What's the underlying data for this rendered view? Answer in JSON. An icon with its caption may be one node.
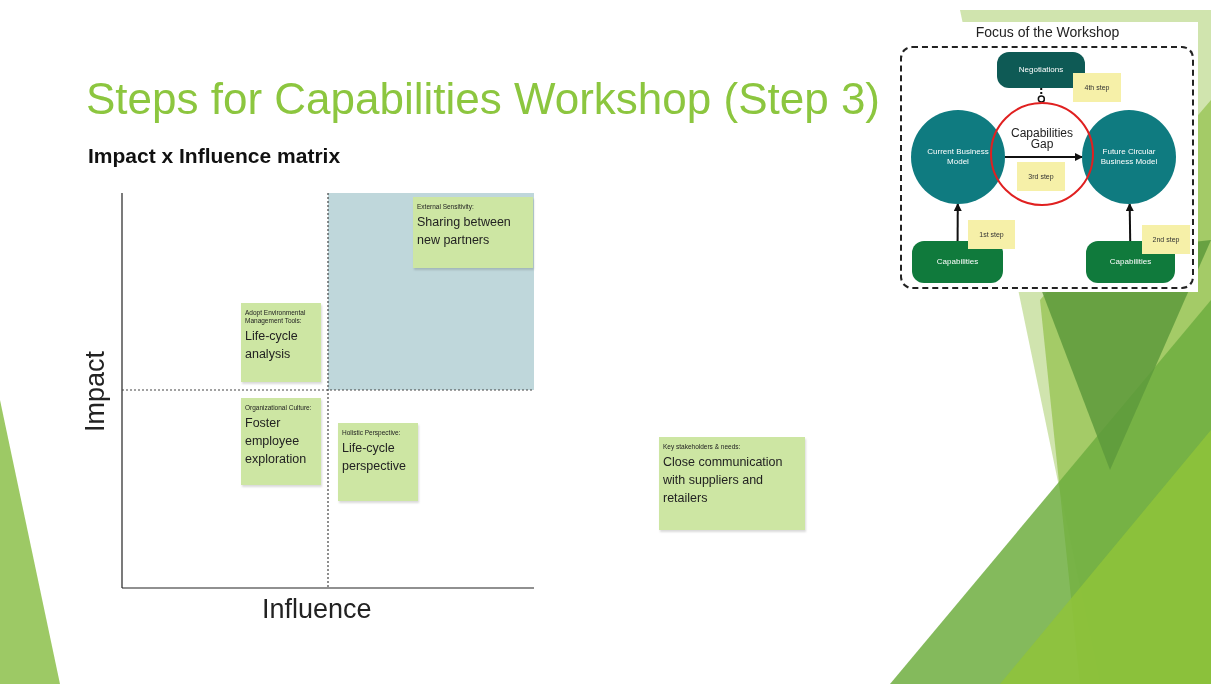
{
  "diagram": {
    "title": "Steps for Capabilities Workshop (Step 3)",
    "nodes": [
      {
        "text": [
          "Focus of the Workshop"
        ]
      },
      {
        "text": [
          "Negotiations"
        ],
        "in": 0
      },
      {
        "text": [
          "Current Business Model"
        ],
        "in": 0
      },
      {
        "text": [
          "Capabilities Gap"
        ],
        "in": 0
      },
      {
        "text": [
          "Future Circular Business Model"
        ],
        "in": 0
      },
      {
        "text": [
          "Capabilities"
        ],
        "in": 0
      },
      {
        "text": [
          "Capabilities"
        ],
        "in": 0
      },
      {
        "text": [
          "4th step"
        ],
        "in": 0
      },
      {
        "text": [
          "3rd step"
        ],
        "in": 3
      },
      {
        "text": [
          "1st step"
        ],
        "in": 0
      },
      {
        "text": [
          "2nd step"
        ],
        "in": 0
      },
      {
        "text": [
          "External Sensitivity:",
          "Sharing between new partners"
        ]
      },
      {
        "text": [
          "Adopt Environmental Management Tools:",
          "Life-cycle analysis"
        ]
      },
      {
        "text": [
          "Organizational Culture:",
          "Foster employee exploration"
        ]
      },
      {
        "text": [
          "Holistic Perspective:",
          "Life-cycle perspective"
        ]
      },
      {
        "text": [
          "Key stakeholders & needs:",
          "Close communication with suppliers and retailers"
        ]
      }
    ],
    "edges": [
      {
        "from": 5,
        "to": 2,
        "arrow": "to"
      },
      {
        "from": 6,
        "to": 4,
        "arrow": "to"
      },
      {
        "from": 2,
        "to": 4,
        "arrow": "to"
      },
      {
        "from": 1,
        "to": 3,
        "arrow": "other",
        "style": "dashed"
      }
    ],
    "labels": [
      "Impact x Influence matrix",
      "Impact",
      "Influence"
    ]
  }
}
